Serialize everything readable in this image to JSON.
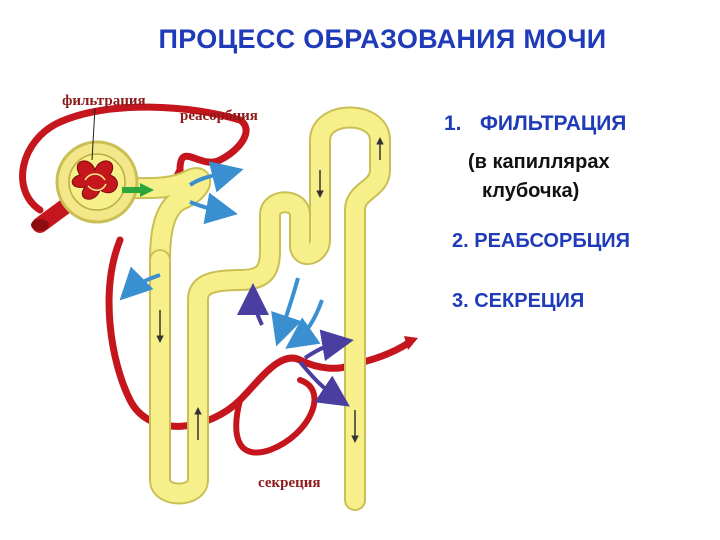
{
  "title": "ПРОЦЕСС ОБРАЗОВАНИЯ МОЧИ",
  "diagram": {
    "label_filtration": "фильтрация",
    "label_reabsorption": "реасорбция",
    "label_secretion": "секреция"
  },
  "steps": {
    "step1_number": "1.",
    "step1_title": "ФИЛЬТРАЦИЯ",
    "step1_note_line1": "(в капиллярах",
    "step1_note_line2": "клубочка)",
    "step2": "2. РЕАБСОРБЦИЯ",
    "step3": "3. СЕКРЕЦИЯ"
  },
  "colors": {
    "title": "#1f3bb8",
    "vessel": "#c4161c",
    "tubule": "#f7ef8a",
    "reabsorption_arrow": "#3a8fd0",
    "secretion_arrow": "#4a3fa0"
  }
}
